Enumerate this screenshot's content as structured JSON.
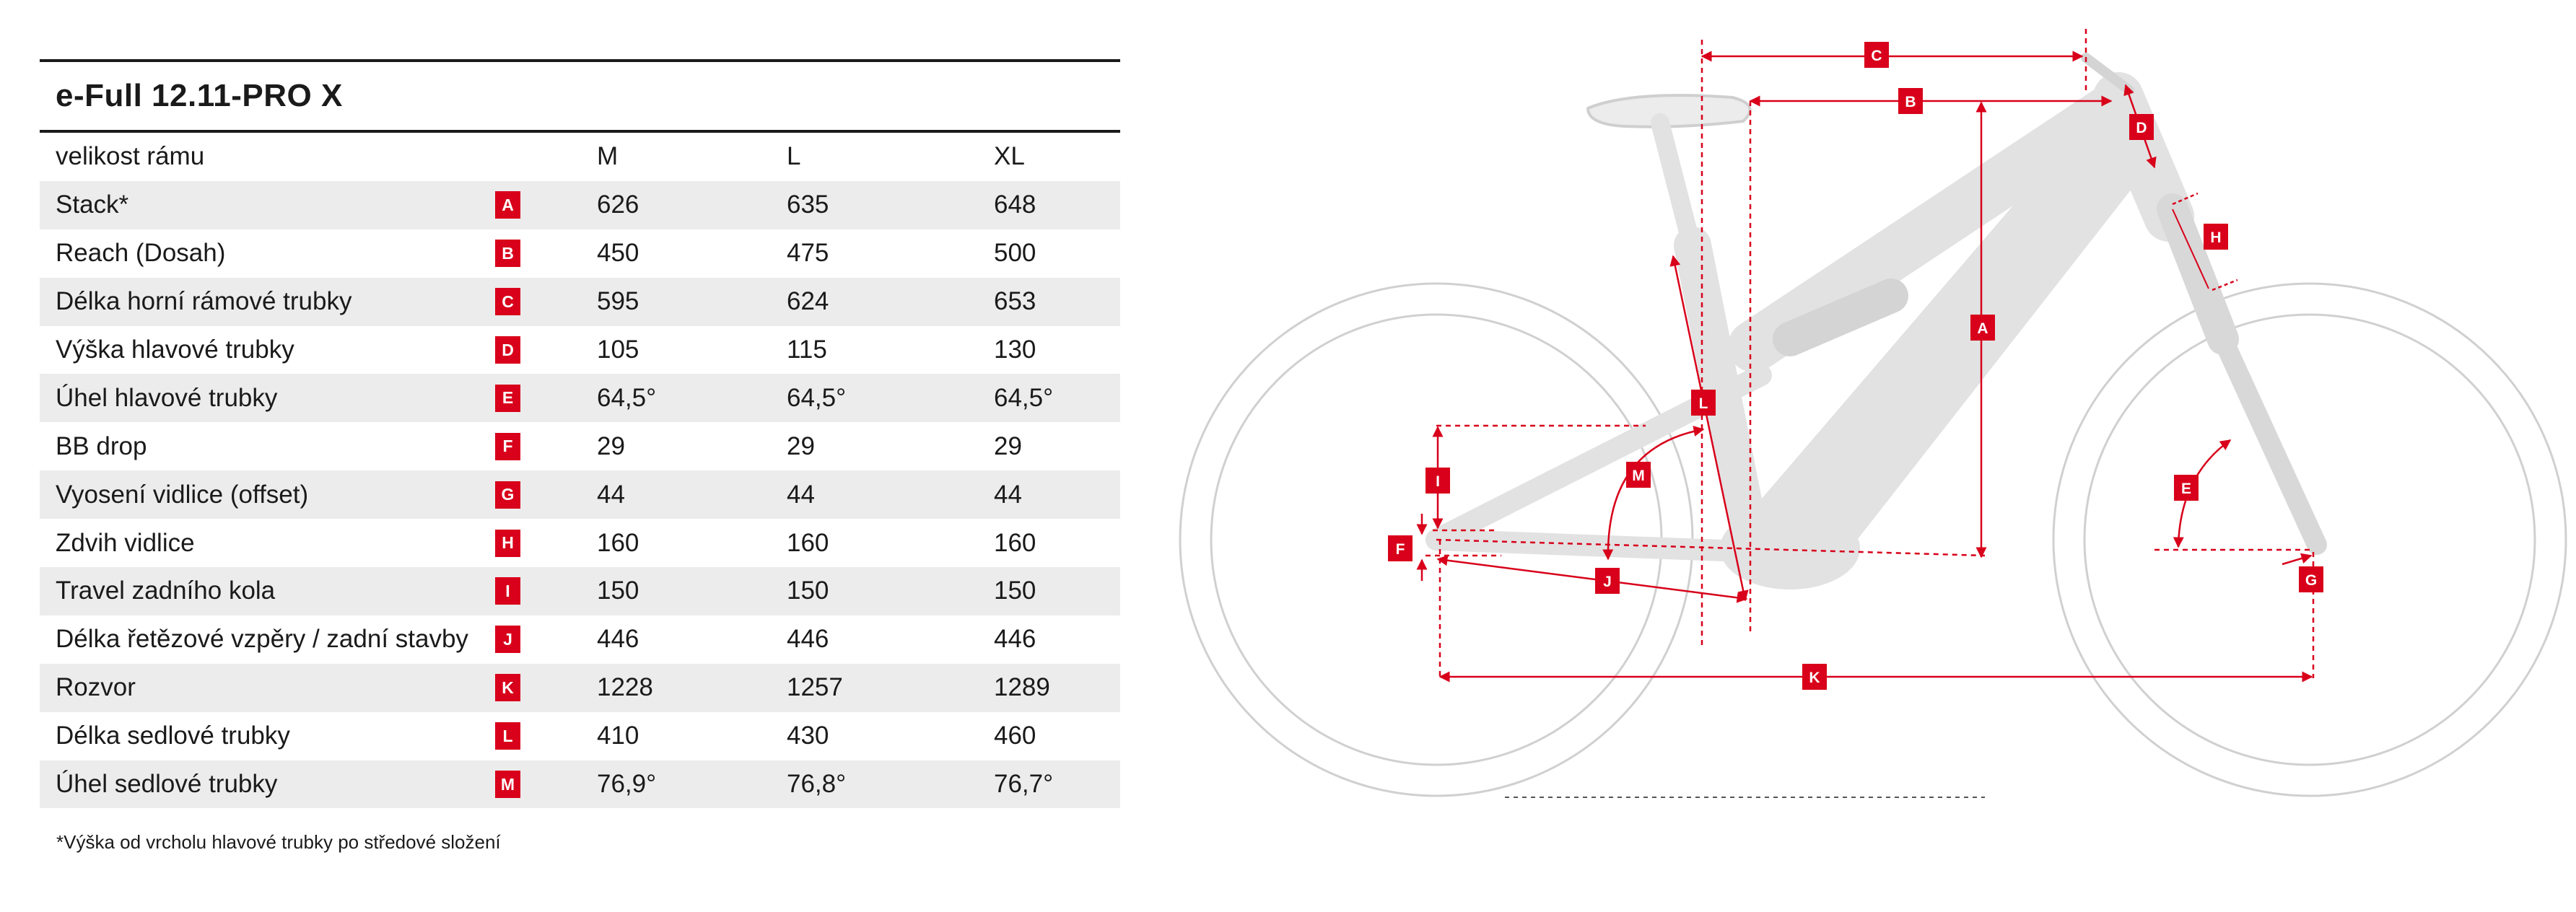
{
  "table": {
    "title": "e-Full 12.11-PRO X",
    "header": {
      "label": "velikost rámu",
      "sizes": [
        "M",
        "L",
        "XL"
      ]
    },
    "rows": [
      {
        "label": "Stack*",
        "badge": "A",
        "m": "626",
        "l": "635",
        "xl": "648"
      },
      {
        "label": "Reach (Dosah)",
        "badge": "B",
        "m": "450",
        "l": "475",
        "xl": "500"
      },
      {
        "label": "Délka horní rámové trubky",
        "badge": "C",
        "m": "595",
        "l": "624",
        "xl": "653"
      },
      {
        "label": "Výška hlavové trubky",
        "badge": "D",
        "m": "105",
        "l": "115",
        "xl": "130"
      },
      {
        "label": "Úhel hlavové trubky",
        "badge": "E",
        "m": "64,5°",
        "l": "64,5°",
        "xl": "64,5°"
      },
      {
        "label": "BB drop",
        "badge": "F",
        "m": "29",
        "l": "29",
        "xl": "29"
      },
      {
        "label": "Vyosení vidlice (offset)",
        "badge": "G",
        "m": "44",
        "l": "44",
        "xl": "44"
      },
      {
        "label": "Zdvih vidlice",
        "badge": "H",
        "m": "160",
        "l": "160",
        "xl": "160"
      },
      {
        "label": "Travel zadního kola",
        "badge": "I",
        "m": "150",
        "l": "150",
        "xl": "150"
      },
      {
        "label": "Délka řetězové vzpěry / zadní stavby",
        "badge": "J",
        "m": "446",
        "l": "446",
        "xl": "446"
      },
      {
        "label": "Rozvor",
        "badge": "K",
        "m": "1228",
        "l": "1257",
        "xl": "1289"
      },
      {
        "label": "Délka sedlové trubky",
        "badge": "L",
        "m": "410",
        "l": "430",
        "xl": "460"
      },
      {
        "label": "Úhel sedlové trubky",
        "badge": "M",
        "m": "76,9°",
        "l": "76,8°",
        "xl": "76,7°"
      }
    ],
    "footnote": "*Výška od vrcholu hlavové trubky po středové složení"
  },
  "diagram": {
    "markers": [
      "A",
      "B",
      "C",
      "D",
      "E",
      "F",
      "G",
      "H",
      "I",
      "J",
      "K",
      "L",
      "M"
    ],
    "colors": {
      "accent": "#d8001a",
      "frame": "#dcdcdc",
      "wheel": "#d0d0d0"
    }
  }
}
